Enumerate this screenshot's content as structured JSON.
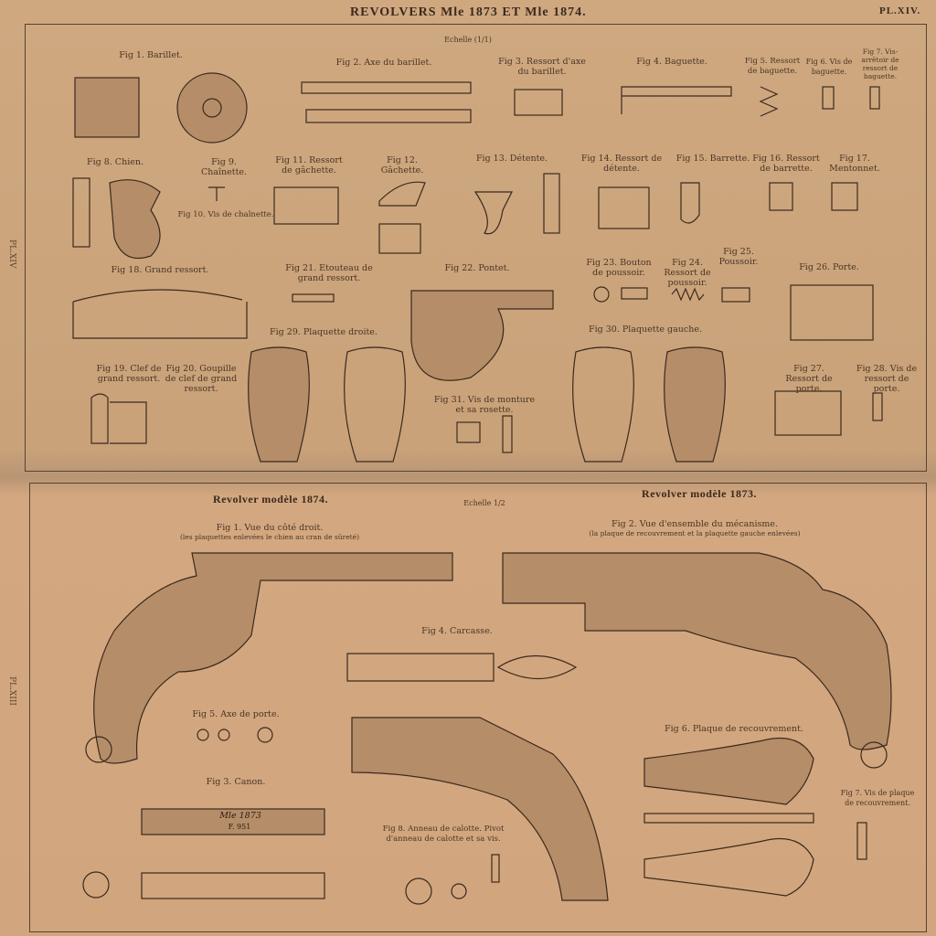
{
  "header": {
    "title": "REVOLVERS Mle 1873 ET Mle 1874.",
    "plate": "PL.XIV."
  },
  "top_plate": {
    "scale": "Echelle (1/1)",
    "side_label": "PL.XIV",
    "figures": [
      "Fig 1. Barillet.",
      "Fig 2. Axe du barillet.",
      "Fig 3. Ressort d'axe du barillet.",
      "Fig 4. Baguette.",
      "Fig 5. Ressort de baguette.",
      "Fig 6. Vis de baguette.",
      "Fig 7. Vis-arrêtoir de ressort de baguette.",
      "Fig 8. Chien.",
      "Fig 9. Chaînette.",
      "Fig 10. Vis de chaînette.",
      "Fig 11. Ressort de gâchette.",
      "Fig 12. Gâchette.",
      "Fig 13. Détente.",
      "Fig 14. Ressort de détente.",
      "Fig 15. Barrette.",
      "Fig 16. Ressort de barrette.",
      "Fig 17. Mentonnet.",
      "Fig 18. Grand ressort.",
      "Fig 21. Etouteau de grand ressort.",
      "Fig 22. Pontet.",
      "Fig 23. Bouton de poussoir.",
      "Fig 24. Ressort de poussoir.",
      "Fig 25. Poussoir.",
      "Fig 26. Porte.",
      "Fig 19. Clef de grand ressort.",
      "Fig 20. Goupille de clef de grand ressort.",
      "Fig 29. Plaquette droite.",
      "Fig 30. Plaquette gauche.",
      "Fig 31. Vis de monture et sa rosette.",
      "Fig 27. Ressort de porte.",
      "Fig 28. Vis de ressort de porte."
    ]
  },
  "bottom_plate": {
    "side_label": "PL.XIII",
    "scale": "Echelle 1/2",
    "left_title": "Revolver modèle 1874.",
    "right_title": "Revolver modèle 1873.",
    "figures": [
      "Fig 1. Vue du côté droit.",
      "(les plaquettes enlevées le chien au cran de sûreté)",
      "Fig 2. Vue d'ensemble du mécanisme.",
      "(la plaque de recouvrement et la plaquette gauche enlevées)",
      "Fig 4. Carcasse.",
      "Fig 5. Axe de porte.",
      "Fig 3. Canon.",
      "Fig 6. Plaque de recouvrement.",
      "Fig 7. Vis de plaque de recouvrement.",
      "Fig 8. Anneau de calotte. Pivot d'anneau de calotte et sa vis."
    ],
    "markings": [
      "Mle 1873",
      "F. 951"
    ]
  },
  "colors": {
    "paper": "#cfa880",
    "ink": "#3b2a1d"
  }
}
